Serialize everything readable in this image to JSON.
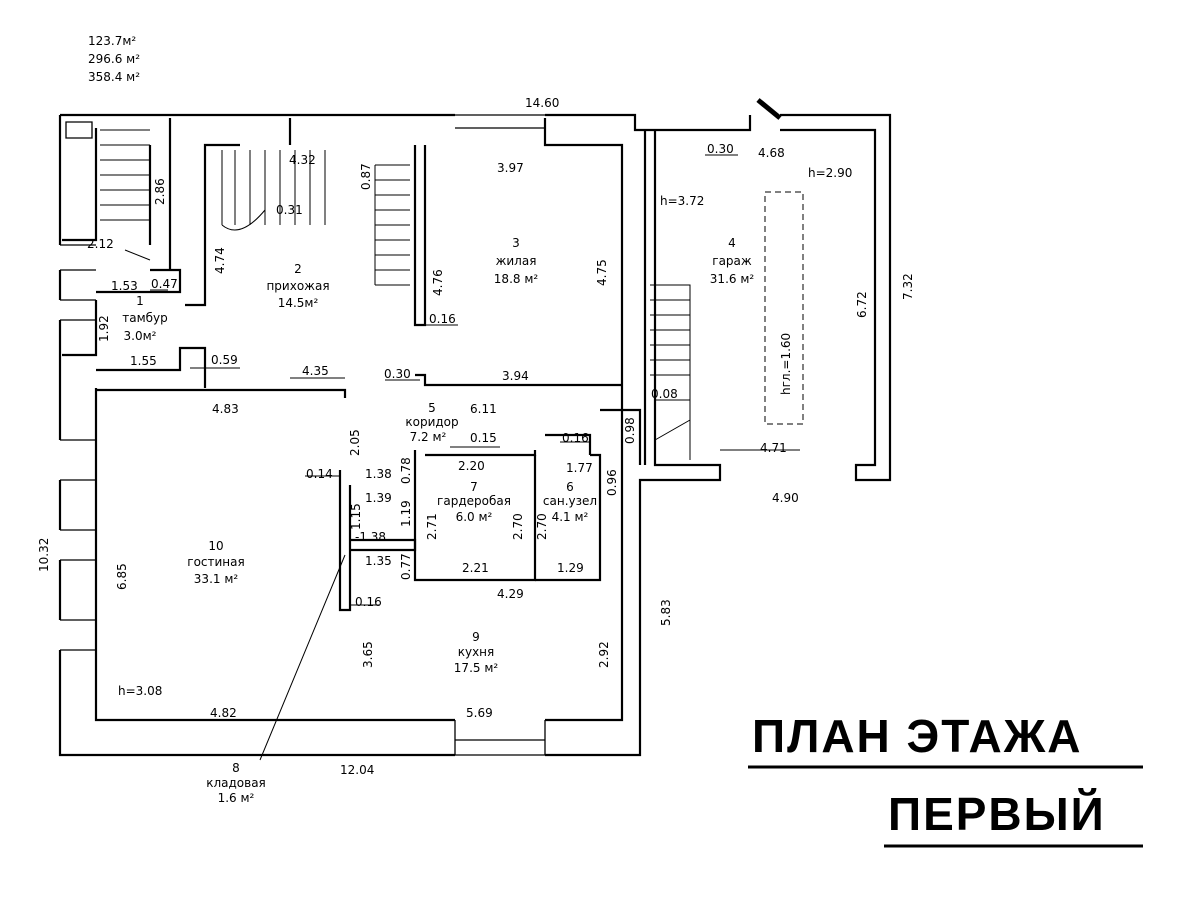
{
  "areas": {
    "living": "123.7м²",
    "total": "296.6 м²",
    "gross": "358.4 м²"
  },
  "title": {
    "line1": "ПЛАН ЭТАЖА",
    "line2": "ПЕРВЫЙ"
  },
  "rooms": [
    {
      "num": "1",
      "name": "тамбур",
      "area": "3.0м²"
    },
    {
      "num": "2",
      "name": "прихожая",
      "area": "14.5м²"
    },
    {
      "num": "3",
      "name": "жилая",
      "area": "18.8 м²"
    },
    {
      "num": "4",
      "name": "гараж",
      "area": "31.6 м²"
    },
    {
      "num": "5",
      "name": "коридор",
      "area": "7.2 м²"
    },
    {
      "num": "6",
      "name": "сан.узел",
      "area": "4.1 м²"
    },
    {
      "num": "7",
      "name": "гардеробая",
      "area": "6.0 м²"
    },
    {
      "num": "8",
      "name": "кладовая",
      "area": "1.6 м²"
    },
    {
      "num": "9",
      "name": "кухня",
      "area": "17.5 м²"
    },
    {
      "num": "10",
      "name": "гостиная",
      "area": "33.1 м²"
    }
  ],
  "heights": {
    "living": "h=3.08",
    "hall": "h=3.72",
    "garage": "h=2.90",
    "pit": "hгл.=1.60"
  },
  "dims": {
    "d1460": "14.60",
    "d1204": "12.04",
    "d1032": "10.32",
    "d732": "7.32",
    "d672": "6.72",
    "d490": "4.90",
    "d471": "4.71",
    "d468": "4.68",
    "d030a": "0.30",
    "d397": "3.97",
    "d432": "4.32",
    "d087": "0.87",
    "d031": "0.31",
    "d286": "2.86",
    "d212": "2.12",
    "d474": "4.74",
    "d476": "4.76",
    "d475": "4.75",
    "d153": "1.53",
    "d047": "0.47",
    "d192": "1.92",
    "d155": "1.55",
    "d059": "0.59",
    "d435": "4.35",
    "d030b": "0.30",
    "d394": "3.94",
    "d016a": "0.16",
    "d483": "4.83",
    "d611": "6.11",
    "d205": "2.05",
    "d015": "0.15",
    "d016b": "0.16",
    "d098": "0.98",
    "d008": "0.08",
    "d014": "0.14",
    "d138a": "1.38",
    "d078": "0.78",
    "d220": "2.20",
    "d177": "1.77",
    "d096": "0.96",
    "d139": "1.39",
    "d271": "2.71",
    "d270a": "2.70",
    "d270b": "2.70",
    "d115": "1.15",
    "d119": "1.19",
    "d138b": "-1.38",
    "d135": "1.35",
    "d077": "0.77",
    "d221": "2.21",
    "d129": "1.29",
    "d685": "6.85",
    "d016c": "0.16",
    "d429": "4.29",
    "d365": "3.65",
    "d292": "2.92",
    "d583": "5.83",
    "d482": "4.82",
    "d569": "5.69"
  }
}
